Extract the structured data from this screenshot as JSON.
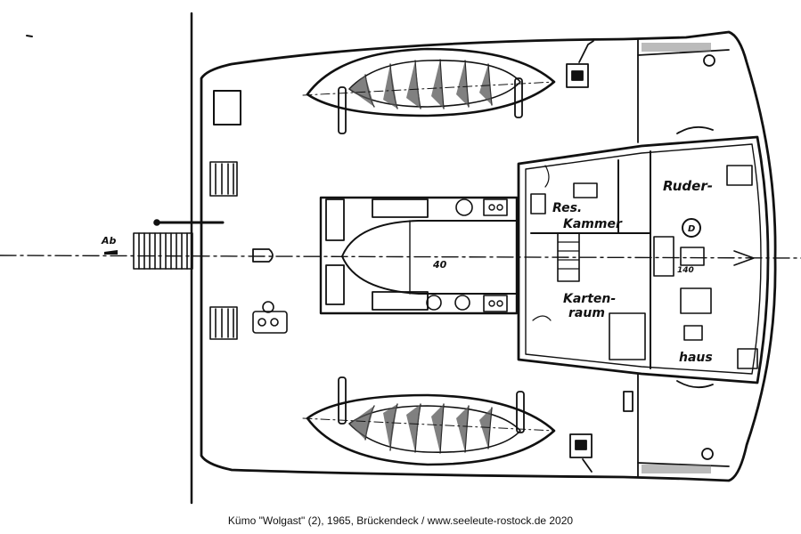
{
  "drawing": {
    "labels": {
      "res": "Res.",
      "kammer": "Kammer",
      "ruder": "Ruder-",
      "haus": "haus",
      "karten": "Karten-",
      "raum": "raum",
      "dim40": "40",
      "ab": "Ab",
      "d": "D",
      "mark_140": "140"
    }
  },
  "caption": "Kümo \"Wolgast\" (2), 1965, Brückendeck / www.seeleute-rostock.de 2020"
}
